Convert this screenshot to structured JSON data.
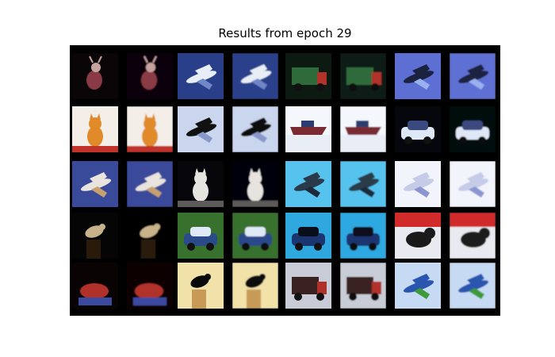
{
  "figure": {
    "title": "Results from epoch 29"
  },
  "grid": {
    "rows": 5,
    "cols": 4,
    "samples": [
      [
        {
          "subject": "deer",
          "colors": {
            "bg": "#0a0608",
            "main": "#8a3a44",
            "accent": "#c7a3a0"
          }
        },
        {
          "subject": "airplane",
          "colors": {
            "bg": "#2a3f8a",
            "main": "#e8eef5",
            "accent": "#6f86c7"
          }
        },
        {
          "subject": "truck",
          "colors": {
            "bg": "#0d1a12",
            "main": "#2e6a3a",
            "accent": "#b1322a"
          }
        },
        {
          "subject": "airplane",
          "colors": {
            "bg": "#5e6fd4",
            "main": "#1a2240",
            "accent": "#9ab0f0"
          }
        }
      ],
      [
        {
          "subject": "cat",
          "colors": {
            "bg": "#f3efe8",
            "main": "#e08a2a",
            "accent": "#c0322a"
          }
        },
        {
          "subject": "airplane",
          "colors": {
            "bg": "#c9d6ee",
            "main": "#111111",
            "accent": "#8898c8"
          }
        },
        {
          "subject": "ship",
          "colors": {
            "bg": "#f4f7fb",
            "main": "#7a2a30",
            "accent": "#2a3c70"
          }
        },
        {
          "subject": "automobile",
          "colors": {
            "bg": "#05070d",
            "main": "#dfe8f7",
            "accent": "#3a4a80"
          }
        }
      ],
      [
        {
          "subject": "airplane",
          "colors": {
            "bg": "#3a4a9a",
            "main": "#e9e4dd",
            "accent": "#c7a070"
          }
        },
        {
          "subject": "cat",
          "colors": {
            "bg": "#06060a",
            "main": "#e7e3df",
            "accent": "#5e5a5a"
          }
        },
        {
          "subject": "airplane",
          "colors": {
            "bg": "#56c2ee",
            "main": "#2a3a4a",
            "accent": "#1d2a3a"
          }
        },
        {
          "subject": "airplane",
          "colors": {
            "bg": "#f2f4fb",
            "main": "#c6cce8",
            "accent": "#8a96d0"
          }
        }
      ],
      [
        {
          "subject": "bird",
          "colors": {
            "bg": "#050505",
            "main": "#c8b28a",
            "accent": "#2a1a0a"
          }
        },
        {
          "subject": "automobile",
          "colors": {
            "bg": "#38702e",
            "main": "#2a4a8a",
            "accent": "#dfe9f5"
          }
        },
        {
          "subject": "automobile",
          "colors": {
            "bg": "#2fa8e0",
            "main": "#1a3570",
            "accent": "#0a0e1a"
          }
        },
        {
          "subject": "dog",
          "colors": {
            "bg": "#e8eaf0",
            "main": "#1a1a1a",
            "accent": "#d02a2a"
          }
        }
      ],
      [
        {
          "subject": "horse",
          "colors": {
            "bg": "#0a0304",
            "main": "#b0302a",
            "accent": "#3a4aa0"
          }
        },
        {
          "subject": "bird",
          "colors": {
            "bg": "#f0e2a8",
            "main": "#0a0a0a",
            "accent": "#c89a58"
          }
        },
        {
          "subject": "truck",
          "colors": {
            "bg": "#c7ccd6",
            "main": "#3a2222",
            "accent": "#b0312a"
          }
        },
        {
          "subject": "airplane",
          "colors": {
            "bg": "#c6daf4",
            "main": "#2a56b0",
            "accent": "#3e9a3a"
          }
        }
      ]
    ]
  }
}
